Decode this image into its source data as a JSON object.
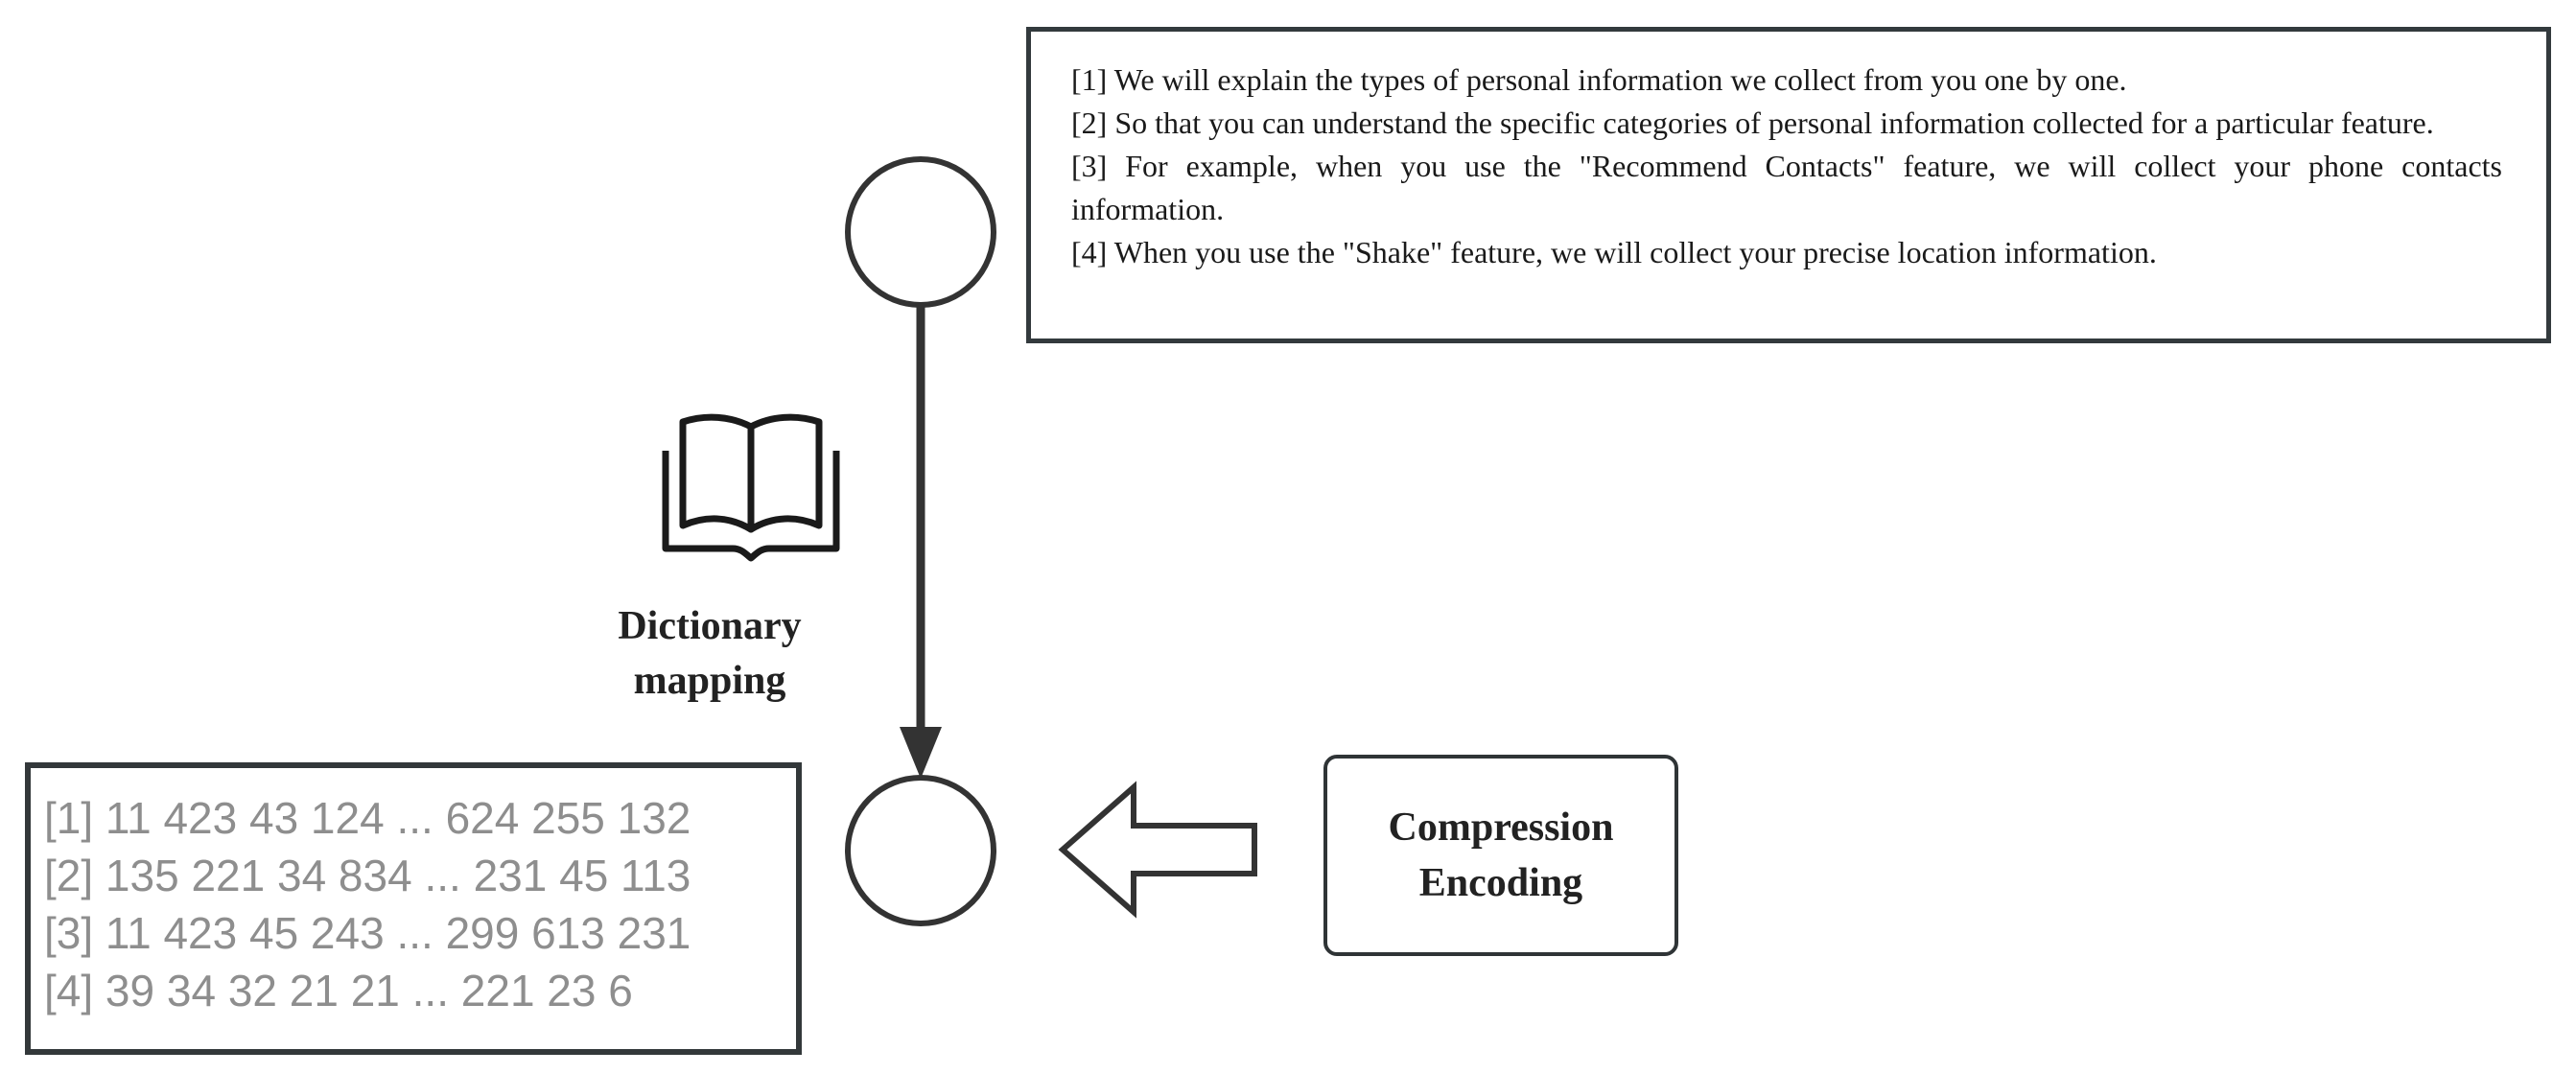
{
  "policy_text": {
    "lines": [
      "[1] We will explain the types of personal information we collect from you one by one.",
      "[2] So that you can understand the specific categories of personal information collected for a particular feature.",
      "[3] For example, when you use the \"Recommend Contacts\" feature, we will collect your phone contacts information.",
      "[4] When you use the \"Shake\" feature, we will collect your precise location information."
    ]
  },
  "encoded_text": {
    "lines": [
      "[1] 11 423 43 124 ... 624 255 132",
      "[2] 135 221 34 834 ... 231 45 113",
      "[3] 11 423 45 243 ... 299 613 231",
      "[4] 39 34 32 21 21 ... 221 23 6"
    ]
  },
  "dictionary": {
    "label_line1": "Dictionary",
    "label_line2": "mapping",
    "icon": "book-icon"
  },
  "compression": {
    "label_line1": "Compression",
    "label_line2": "Encoding"
  },
  "colors": {
    "stroke": "#333333",
    "encoded_text": "#8e8e8e"
  }
}
